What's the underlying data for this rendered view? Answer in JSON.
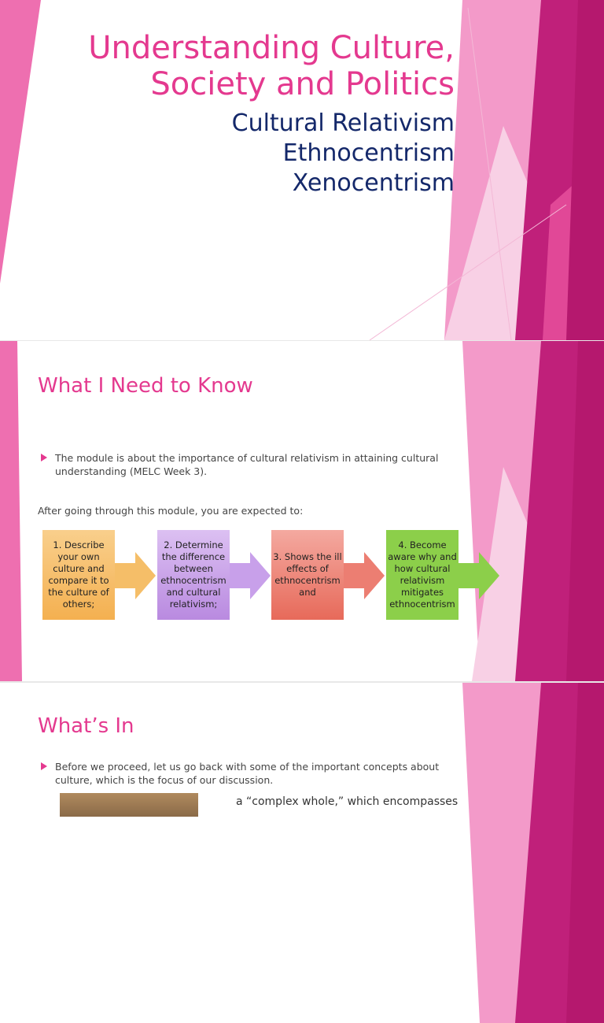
{
  "slide1": {
    "title": "Understanding Culture, Society and Politics",
    "title_line1": "Understanding Culture,",
    "title_line2": "Society and Politics",
    "subtitles": [
      "Cultural Relativism",
      "Ethnocentrism",
      "Xenocentrism"
    ]
  },
  "slide2": {
    "heading": "What I Need to Know",
    "bullet": "The module is about the importance of cultural relativism in attaining cultural understanding (MELC Week 3).",
    "intro": "After going through this module, you are expected to:",
    "steps": [
      {
        "text": "1. Describe your own culture and compare it to the culture of others;",
        "color": "#f4b860"
      },
      {
        "text": "2. Determine the difference between ethnocentrism and cultural relativism;",
        "color": "#c89ee6"
      },
      {
        "text": "3. Shows the ill effects of ethnocentrism and",
        "color": "#ec7a6c"
      },
      {
        "text": "4. Become aware why and how cultural relativism mitigates ethnocentrism",
        "color": "#8ccf4a"
      }
    ]
  },
  "slide3": {
    "heading": "What’s In",
    "bullet": "Before we proceed, let us go back with some of the important concepts about culture, which is the focus of our discussion.",
    "partial_text": "a “complex whole,” which encompasses"
  },
  "colors": {
    "accent": "#e4398f",
    "navy": "#14286a",
    "magenta": "#c0207a"
  }
}
